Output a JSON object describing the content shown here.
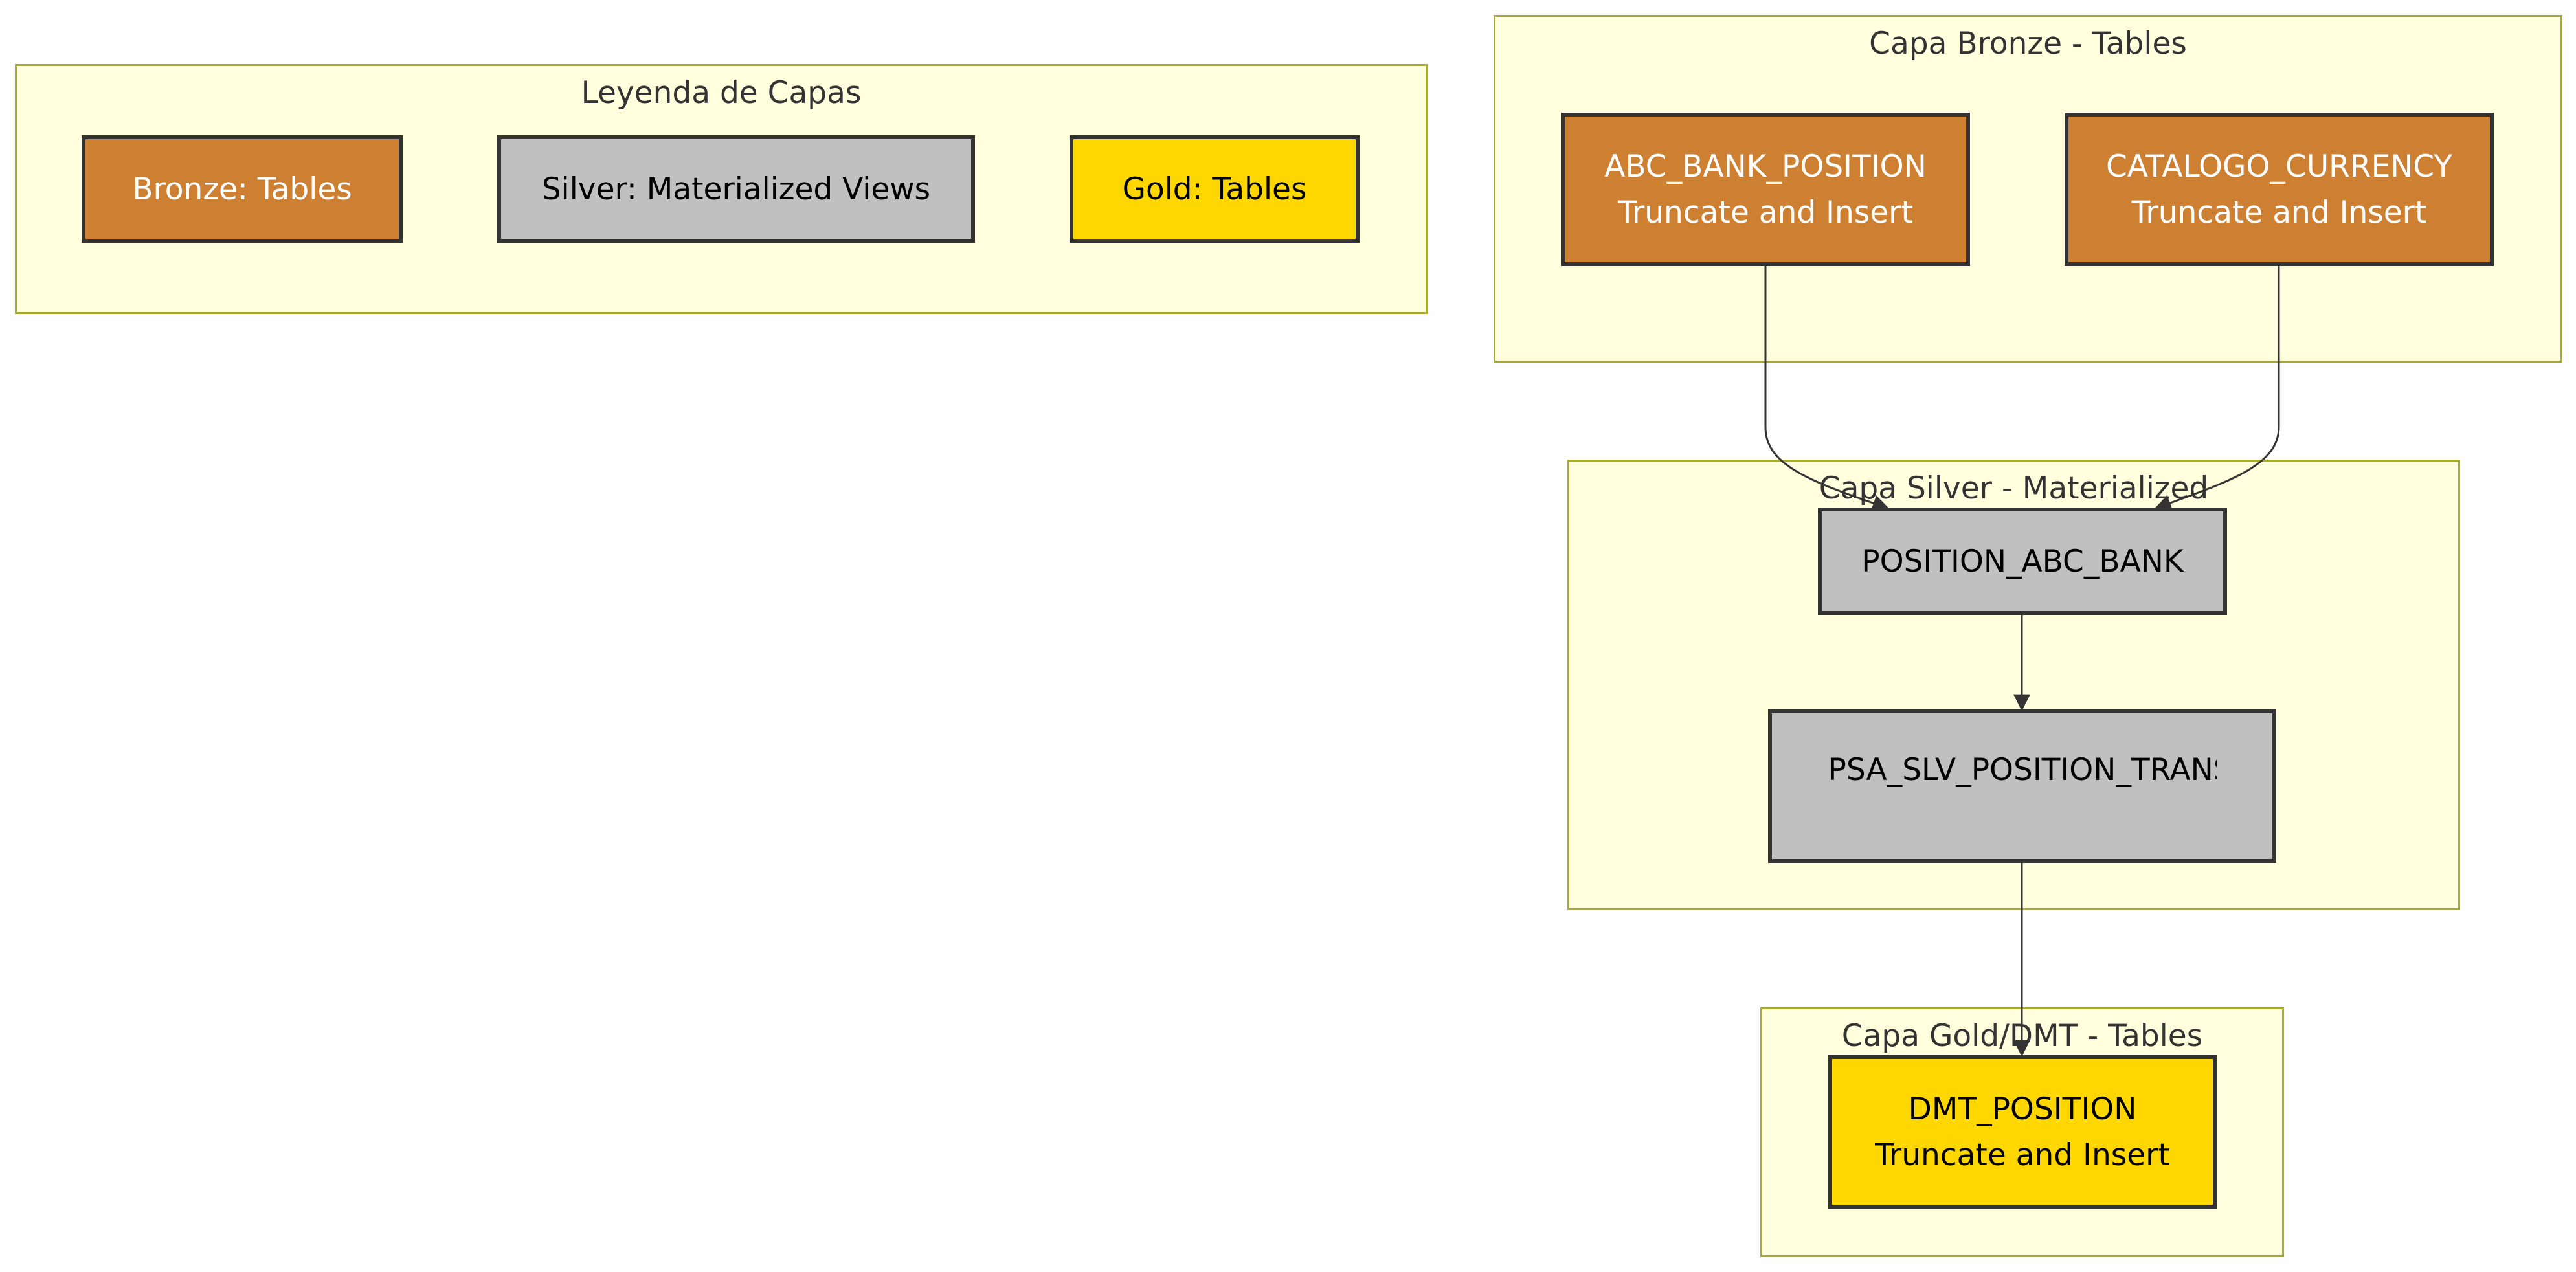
{
  "legend": {
    "title": "Leyenda de Capas",
    "bronze": "Bronze: Tables",
    "silver": "Silver: Materialized Views",
    "gold": "Gold: Tables"
  },
  "bronze_layer": {
    "title": "Capa Bronze - Tables",
    "abc_bank_position": {
      "name": "ABC_BANK_POSITION",
      "note": "Truncate and Insert"
    },
    "catalogo_currency": {
      "name": "CATALOGO_CURRENCY",
      "note": "Truncate and Insert"
    }
  },
  "silver_layer": {
    "title": "Capa Silver - Materialized",
    "position_abc_bank": "POSITION_ABC_BANK",
    "psa_slv_position_transform": "PSA_SLV_POSITION_TRANSFC"
  },
  "gold_layer": {
    "title": "Capa Gold/DMT - Tables",
    "dmt_position": {
      "name": "DMT_POSITION",
      "note": "Truncate and Insert"
    }
  },
  "colors": {
    "cluster_fill": "#ffffde",
    "cluster_border": "#aaaa33",
    "bronze": "#cd7f32",
    "silver": "#c0c0c0",
    "gold": "#ffd700",
    "node_border": "#333333",
    "edge": "#333333"
  },
  "edges": [
    {
      "from": "ABC_BANK_POSITION",
      "to": "POSITION_ABC_BANK"
    },
    {
      "from": "CATALOGO_CURRENCY",
      "to": "POSITION_ABC_BANK"
    },
    {
      "from": "POSITION_ABC_BANK",
      "to": "PSA_SLV_POSITION_TRANSFC"
    },
    {
      "from": "PSA_SLV_POSITION_TRANSFC",
      "to": "DMT_POSITION"
    }
  ]
}
